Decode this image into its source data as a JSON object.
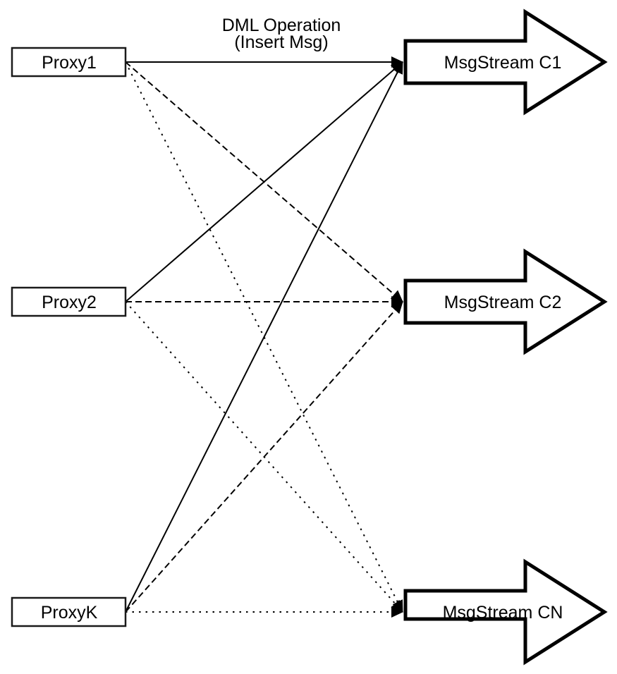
{
  "diagram": {
    "title_line1": "DML Operation",
    "title_line2": "(Insert Msg)",
    "proxies": [
      {
        "id": "Proxy1",
        "label": "Proxy1"
      },
      {
        "id": "Proxy2",
        "label": "Proxy2"
      },
      {
        "id": "ProxyK",
        "label": "ProxyK"
      }
    ],
    "streams": [
      {
        "id": "MsgStream C1",
        "label": "MsgStream C1"
      },
      {
        "id": "MsgStream C2",
        "label": "MsgStream C2"
      },
      {
        "id": "MsgStream CN",
        "label": "MsgStream CN"
      }
    ],
    "edges": [
      {
        "from": "Proxy1",
        "to": "MsgStream C1",
        "style": "solid"
      },
      {
        "from": "Proxy1",
        "to": "MsgStream C2",
        "style": "dashed"
      },
      {
        "from": "Proxy1",
        "to": "MsgStream CN",
        "style": "dotted"
      },
      {
        "from": "Proxy2",
        "to": "MsgStream C1",
        "style": "solid"
      },
      {
        "from": "Proxy2",
        "to": "MsgStream C2",
        "style": "dashed"
      },
      {
        "from": "Proxy2",
        "to": "MsgStream CN",
        "style": "dotted"
      },
      {
        "from": "ProxyK",
        "to": "MsgStream C1",
        "style": "solid"
      },
      {
        "from": "ProxyK",
        "to": "MsgStream C2",
        "style": "dashed"
      },
      {
        "from": "ProxyK",
        "to": "MsgStream CN",
        "style": "dotted"
      }
    ],
    "colors": {
      "stroke": "#000000",
      "fill": "#ffffff",
      "background": "#ffffff"
    }
  }
}
